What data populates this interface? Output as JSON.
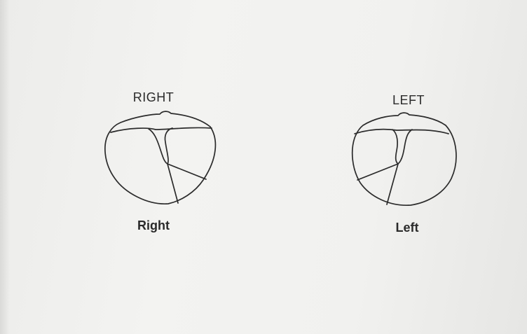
{
  "diagrams": {
    "right": {
      "heading": "RIGHT",
      "caption": "Right"
    },
    "left": {
      "heading": "LEFT",
      "caption": "Left"
    }
  }
}
